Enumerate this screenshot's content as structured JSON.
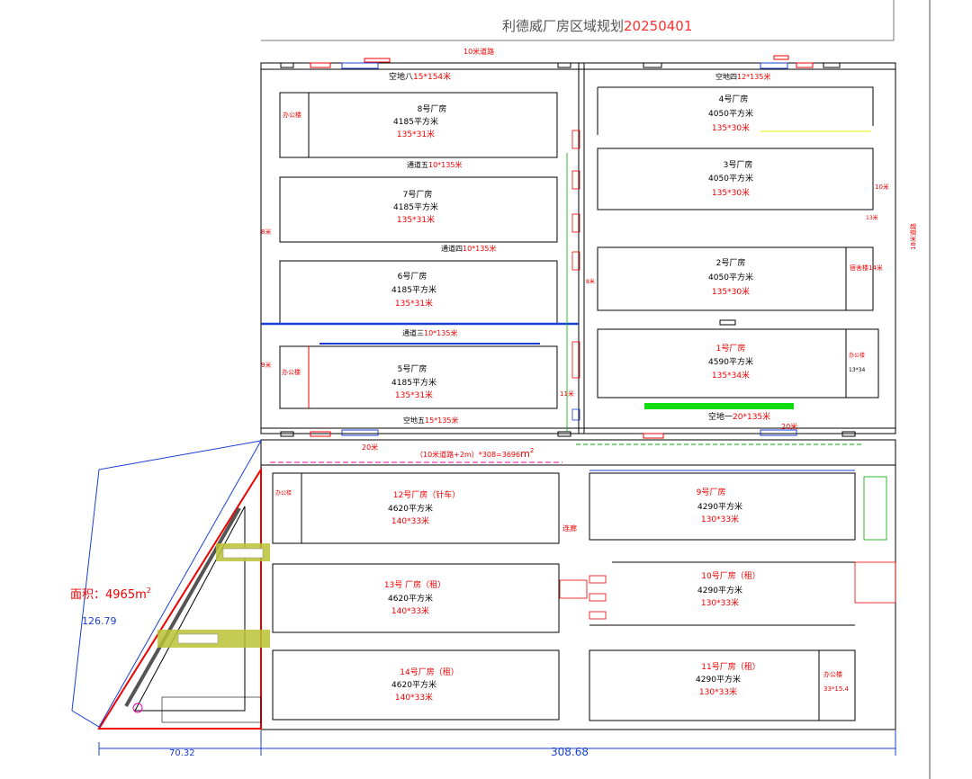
{
  "title": {
    "main": "利德威厂房区域规划",
    "date": "20250401"
  },
  "roads": {
    "top": "10米道路",
    "right_vertical": "18米道路",
    "bottom_band": "（10米道路+2m）*308=3696",
    "bottom_band_unit": "m",
    "bottom_band_sup": "2"
  },
  "open_spaces": {
    "s8_label": "空地八",
    "s8_size": "15*154米",
    "s4_label": "空地四",
    "s4_size": "12*135米",
    "s5_label": "空地五",
    "s5_size": "15*135米",
    "s1_label": "空地一",
    "s1_size": "20*135米"
  },
  "aisles": {
    "a5_label": "通道五",
    "a5_size": "10*135米",
    "a4_label": "通道四",
    "a4_size": "10*135米",
    "a3_label": "通道三",
    "a3_size": "10*135米"
  },
  "factories": {
    "f8": {
      "name": "8号厂房",
      "area": "4185平方米",
      "dims": "135*31米",
      "office": "办公楼"
    },
    "f7": {
      "name": "7号厂房",
      "area": "4185平方米",
      "dims": "135*31米"
    },
    "f6": {
      "name": "6号厂房",
      "area": "4185平方米",
      "dims": "135*31米"
    },
    "f5": {
      "name": "5号厂房",
      "area": "4185平方米",
      "dims": "135*31米",
      "office": "办公楼"
    },
    "f4": {
      "name": "4号厂房",
      "area": "4050平方米",
      "dims": "135*30米"
    },
    "f3": {
      "name": "3号厂房",
      "area": "4050平方米",
      "dims": "135*30米"
    },
    "f2": {
      "name": "2号厂房",
      "area": "4050平方米",
      "dims": "135*30米",
      "dorm": "宿舍楼14米"
    },
    "f1": {
      "name": "1号厂房",
      "area": "4590平方米",
      "dims": "135*34米",
      "office": "办公楼",
      "office_dims": "13*34"
    },
    "f12": {
      "name": "12号厂房（针车）",
      "area": "4620平方米",
      "dims": "140*33米",
      "office": "办公楼"
    },
    "f13": {
      "name": "13号 厂房（租）",
      "area": "4620平方米",
      "dims": "140*33米"
    },
    "f14": {
      "name": "14号厂房（租）",
      "area": "4620平方米",
      "dims": "140*33米"
    },
    "f9": {
      "name": "9号厂房",
      "area": "4290平方米",
      "dims": "130*33米"
    },
    "f10": {
      "name": "10号厂房（租）",
      "area": "4290平方米",
      "dims": "130*33米"
    },
    "f11": {
      "name": "11号厂房（租）",
      "area": "4290平方米",
      "dims": "130*33米",
      "office": "办公楼",
      "office_dims": "33*15.4"
    }
  },
  "distances": {
    "d10m": "10米",
    "d13m": "13米",
    "d8m": "8米",
    "d9m": "9米",
    "d11m": "11米",
    "d20m_a": "20米",
    "d20m_b": "20米",
    "d8m_b": "8米"
  },
  "triangle": {
    "area_label": "面积：4965",
    "area_unit": "m",
    "area_sup": "2",
    "side": "126.79"
  },
  "bottom_dims": {
    "left": "70.32",
    "right": "308.68"
  },
  "special_labels": {
    "passage": "连廊"
  }
}
